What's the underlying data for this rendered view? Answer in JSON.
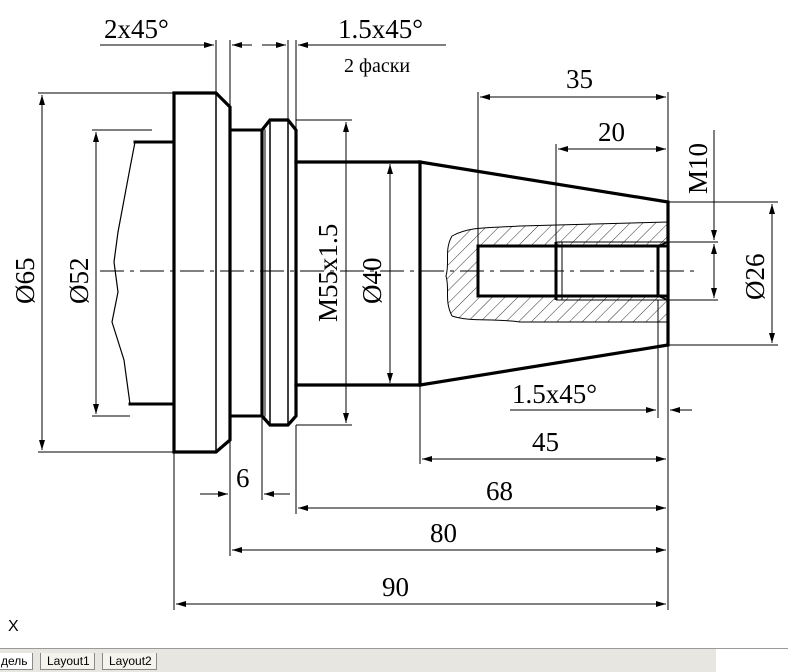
{
  "drawing": {
    "dimensions": {
      "chamfer_left": "2x45°",
      "chamfer_thread": "1.5x45°",
      "chamfer_note": "2 фаски",
      "length_35": "35",
      "length_20": "20",
      "thread_m10": "M10",
      "dia_65": "Ø65",
      "dia_52": "Ø52",
      "thread_m55": "M55x1.5",
      "dia_40": "Ø40",
      "dia_26": "Ø26",
      "chamfer_right": "1.5x45°",
      "length_45": "45",
      "length_6": "6",
      "length_68": "68",
      "length_80": "80",
      "length_90": "90"
    }
  },
  "ucs": {
    "axis_label": "X"
  },
  "tabs": [
    {
      "label": "дель"
    },
    {
      "label": "Layout1"
    },
    {
      "label": "Layout2"
    }
  ],
  "colors": {
    "line": "#000000",
    "hatch": "#000000",
    "background": "#ffffff",
    "tabbar": "#e8e6e0"
  }
}
